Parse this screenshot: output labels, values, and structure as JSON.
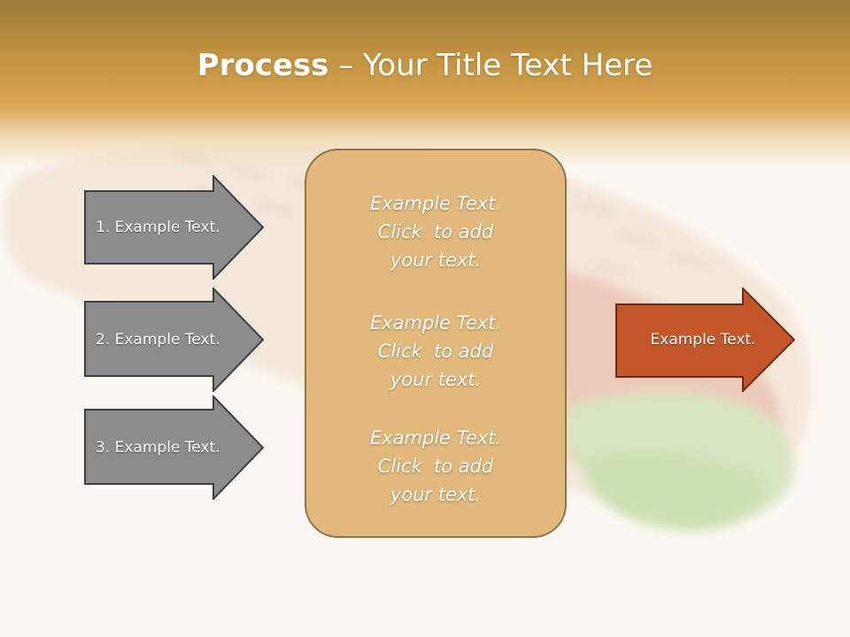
{
  "title": {
    "bold": "Process",
    "dash": " – ",
    "rest": "Your Title Text Here"
  },
  "left_arrows": [
    {
      "label": "1. Example Text."
    },
    {
      "label": "2. Example Text."
    },
    {
      "label": "3. Example Text."
    }
  ],
  "center_box": {
    "blocks": [
      {
        "line1": "Example Text.",
        "line2": "Click  to add",
        "line3": "your text."
      },
      {
        "line1": "Example Text.",
        "line2": "Click  to add",
        "line3": "your text."
      },
      {
        "line1": "Example Text.",
        "line2": "Click  to add",
        "line3": "your text."
      }
    ]
  },
  "right_arrow": {
    "label": "Example Text."
  },
  "colors": {
    "header": "#c0913f",
    "gray_arrow": "#8c8c8c",
    "center_box": "#e2b97a",
    "orange_arrow": "#c2582a"
  }
}
